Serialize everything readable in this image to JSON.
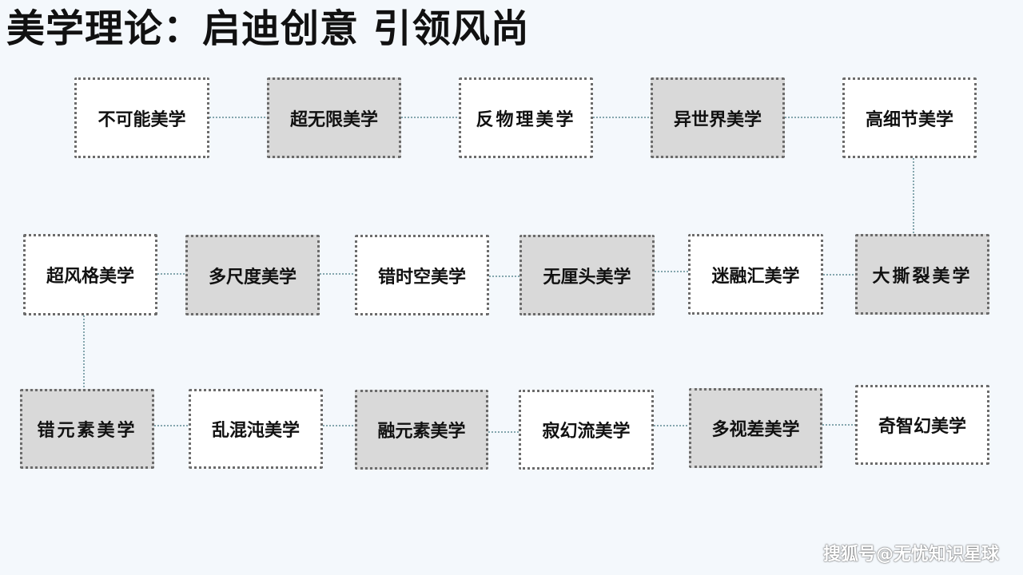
{
  "title": "美学理论：启迪创意 引领风尚",
  "nodes": {
    "row1": [
      "不可能美学",
      "超无限美学",
      "反物理美学",
      "异世界美学",
      "高细节美学"
    ],
    "row2": [
      "超风格美学",
      "多尺度美学",
      "错时空美学",
      "无厘头美学",
      "迷融汇美学",
      "大撕裂美学"
    ],
    "row3": [
      "错元素美学",
      "乱混沌美学",
      "融元素美学",
      "寂幻流美学",
      "多视差美学",
      "奇智幻美学"
    ]
  },
  "colors": {
    "background": "#f4f8fc",
    "box_white": "#ffffff",
    "box_grey": "#d9d9d9",
    "connector": "#5f8a93"
  },
  "watermark": "搜狐号@无忧知识星球"
}
